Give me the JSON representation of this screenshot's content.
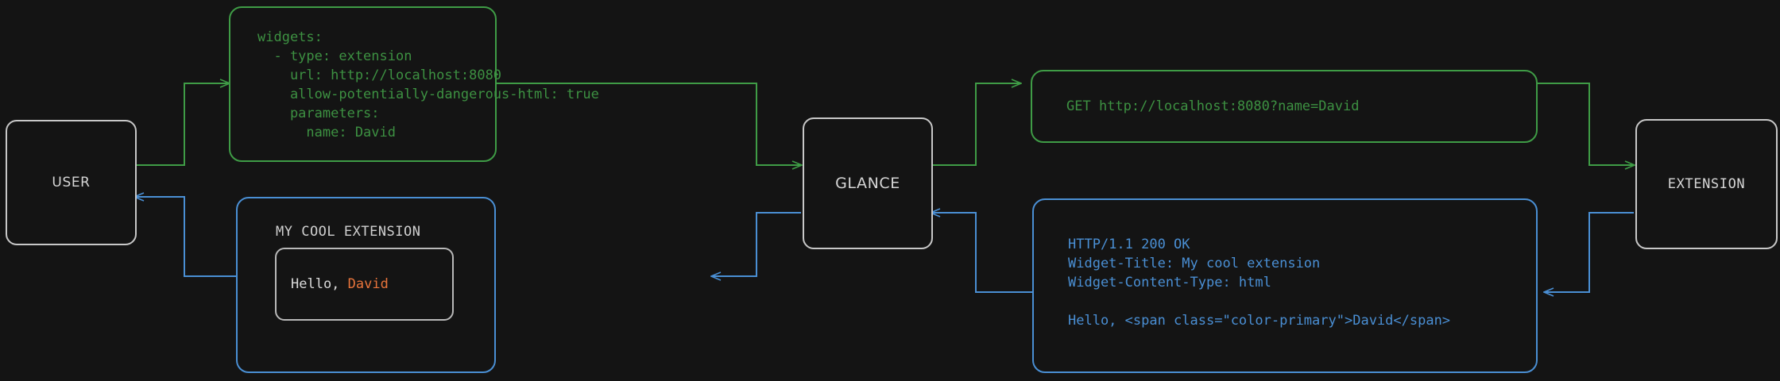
{
  "diagram": {
    "title": "Glance extension widget request flow",
    "background_color": "#141414",
    "colors": {
      "request_green": "#3f9c46",
      "request_text_green": "#3d9142",
      "response_blue": "#4a8fd4",
      "node_border": "#c8c8c8",
      "node_text": "#d6d6d6",
      "accent_orange": "#e8743b"
    }
  },
  "nodes": {
    "user": {
      "label": "USER"
    },
    "glance": {
      "label": "GLANCE"
    },
    "extension": {
      "label": "EXTENSION"
    }
  },
  "panels": {
    "config": {
      "kind": "yaml-config",
      "color": "#3d9142",
      "lines": [
        "widgets:",
        "  - type: extension",
        "    url: http://localhost:8080",
        "    allow-potentially-dangerous-html: true",
        "    parameters:",
        "      name: David"
      ],
      "text": "widgets:\n  - type: extension\n    url: http://localhost:8080\n    allow-potentially-dangerous-html: true\n    parameters:\n      name: David"
    },
    "http_request": {
      "kind": "http-request",
      "color": "#3d9142",
      "method": "GET",
      "url": "http://localhost:8080?name=David",
      "text": "GET http://localhost:8080?name=David"
    },
    "http_response": {
      "kind": "http-response",
      "color": "#4a8fd4",
      "status_line": "HTTP/1.1 200 OK",
      "headers": [
        "Widget-Title: My cool extension",
        "Widget-Content-Type: html"
      ],
      "body": "Hello, <span class=\"color-primary\">David</span>",
      "text": "HTTP/1.1 200 OK\nWidget-Title: My cool extension\nWidget-Content-Type: html\n\nHello, <span class=\"color-primary\">David</span>"
    },
    "rendered_widget": {
      "kind": "rendered-widget",
      "color": "#4a8fd4",
      "title": "MY COOL EXTENSION",
      "greeting_prefix": "Hello, ",
      "greeting_name": "David"
    }
  },
  "edges": [
    {
      "name": "user-to-config",
      "direction": "right",
      "color": "#3f9c46"
    },
    {
      "name": "config-to-glance",
      "direction": "right",
      "color": "#3f9c46"
    },
    {
      "name": "glance-to-request",
      "direction": "right",
      "color": "#3f9c46"
    },
    {
      "name": "request-to-extension",
      "direction": "right",
      "color": "#3f9c46"
    },
    {
      "name": "extension-to-response",
      "direction": "left",
      "color": "#4a8fd4"
    },
    {
      "name": "response-to-glance",
      "direction": "left",
      "color": "#4a8fd4"
    },
    {
      "name": "glance-to-widget",
      "direction": "left",
      "color": "#4a8fd4"
    },
    {
      "name": "widget-to-user",
      "direction": "left",
      "color": "#4a8fd4"
    }
  ]
}
